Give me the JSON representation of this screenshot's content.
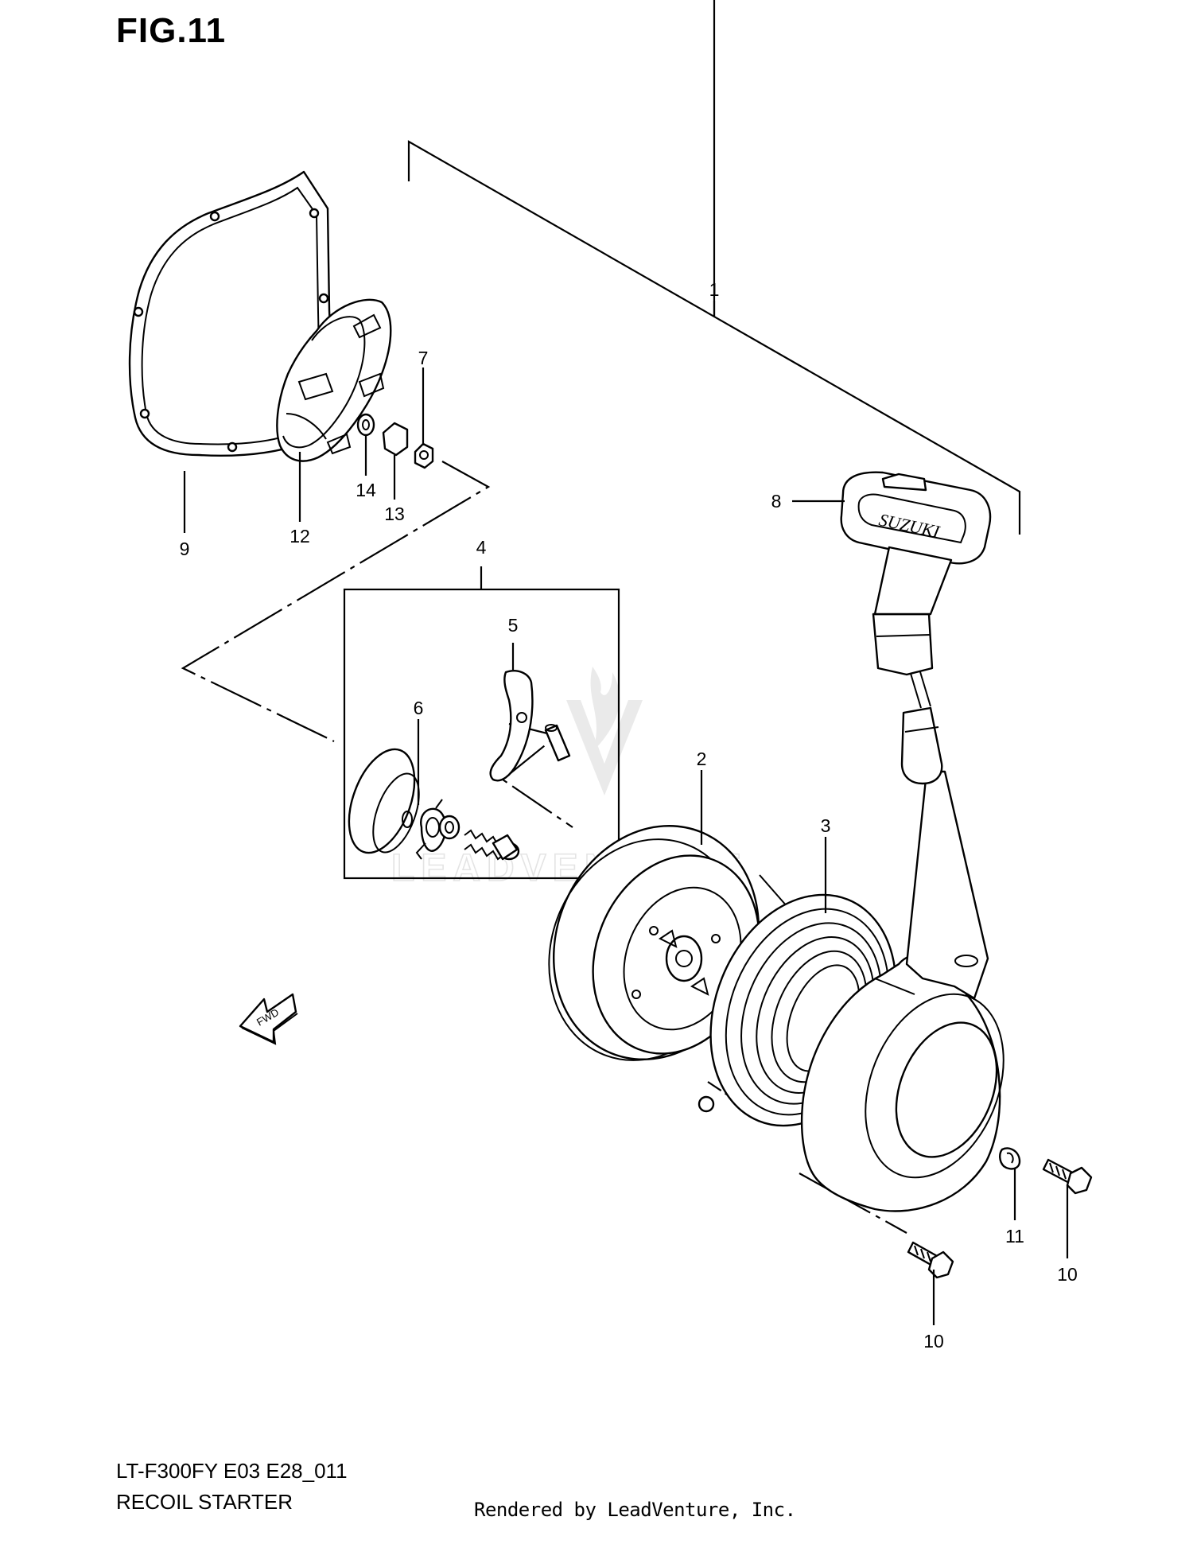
{
  "figure": {
    "title": "FIG.11",
    "model_code": "LT-F300FY E03 E28_011",
    "diagram_title": "RECOIL STARTER",
    "credit": "Rendered by LeadVenture, Inc.",
    "watermark_text": "LEADVENTURE"
  },
  "callouts": [
    {
      "id": "1",
      "label": "1"
    },
    {
      "id": "2",
      "label": "2"
    },
    {
      "id": "3",
      "label": "3"
    },
    {
      "id": "4",
      "label": "4"
    },
    {
      "id": "5",
      "label": "5"
    },
    {
      "id": "6",
      "label": "6"
    },
    {
      "id": "7",
      "label": "7"
    },
    {
      "id": "8",
      "label": "8"
    },
    {
      "id": "9",
      "label": "9"
    },
    {
      "id": "10a",
      "label": "10"
    },
    {
      "id": "10b",
      "label": "10"
    },
    {
      "id": "11",
      "label": "11"
    },
    {
      "id": "12",
      "label": "12"
    },
    {
      "id": "13",
      "label": "13"
    },
    {
      "id": "14",
      "label": "14"
    }
  ],
  "handle_logo": "SUZUKI",
  "direction_arrow": "FWD"
}
